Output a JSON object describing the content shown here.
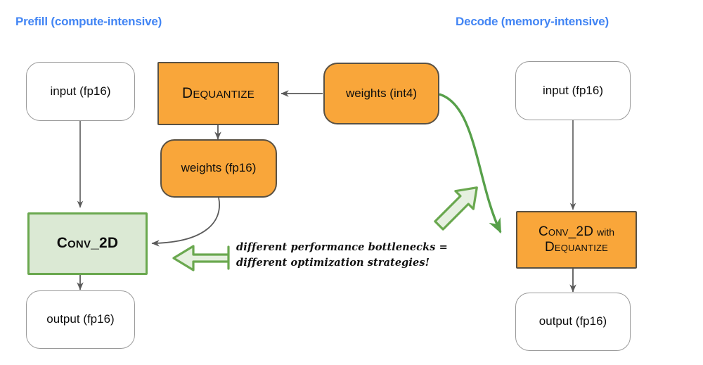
{
  "headings": {
    "left": "Prefill (compute-intensive)",
    "right": "Decode (memory-intensive)",
    "color": "#4285f4"
  },
  "colors": {
    "heading_blue": "#4285f4",
    "orange_fill": "#f9a63a",
    "orange_border": "#595144",
    "green_fill": "#dbe9d4",
    "green_border": "#6aa84f",
    "white_fill": "#ffffff",
    "gray_border": "#9a9a9a",
    "edge_gray": "#5a5a5a",
    "edge_green": "#57a04a"
  },
  "prefill": {
    "input": "input (fp16)",
    "dequantize": "Dequantize",
    "weights_fp16": "weights (fp16)",
    "conv2d": "Conv_2D",
    "output": "output (fp16)"
  },
  "shared": {
    "weights_int4": "weights (int4)"
  },
  "decode": {
    "input": "input (fp16)",
    "conv2d_main": "Conv_2D",
    "conv2d_with": "with",
    "conv2d_sub": "Dequantize",
    "output": "output (fp16)"
  },
  "annotation": {
    "line1": "different performance bottlenecks =",
    "line2": "different optimization strategies!"
  },
  "callout_arrows": {
    "left_arrow": "block-arrow-left",
    "up_right_arrow": "block-arrow-up-right"
  }
}
